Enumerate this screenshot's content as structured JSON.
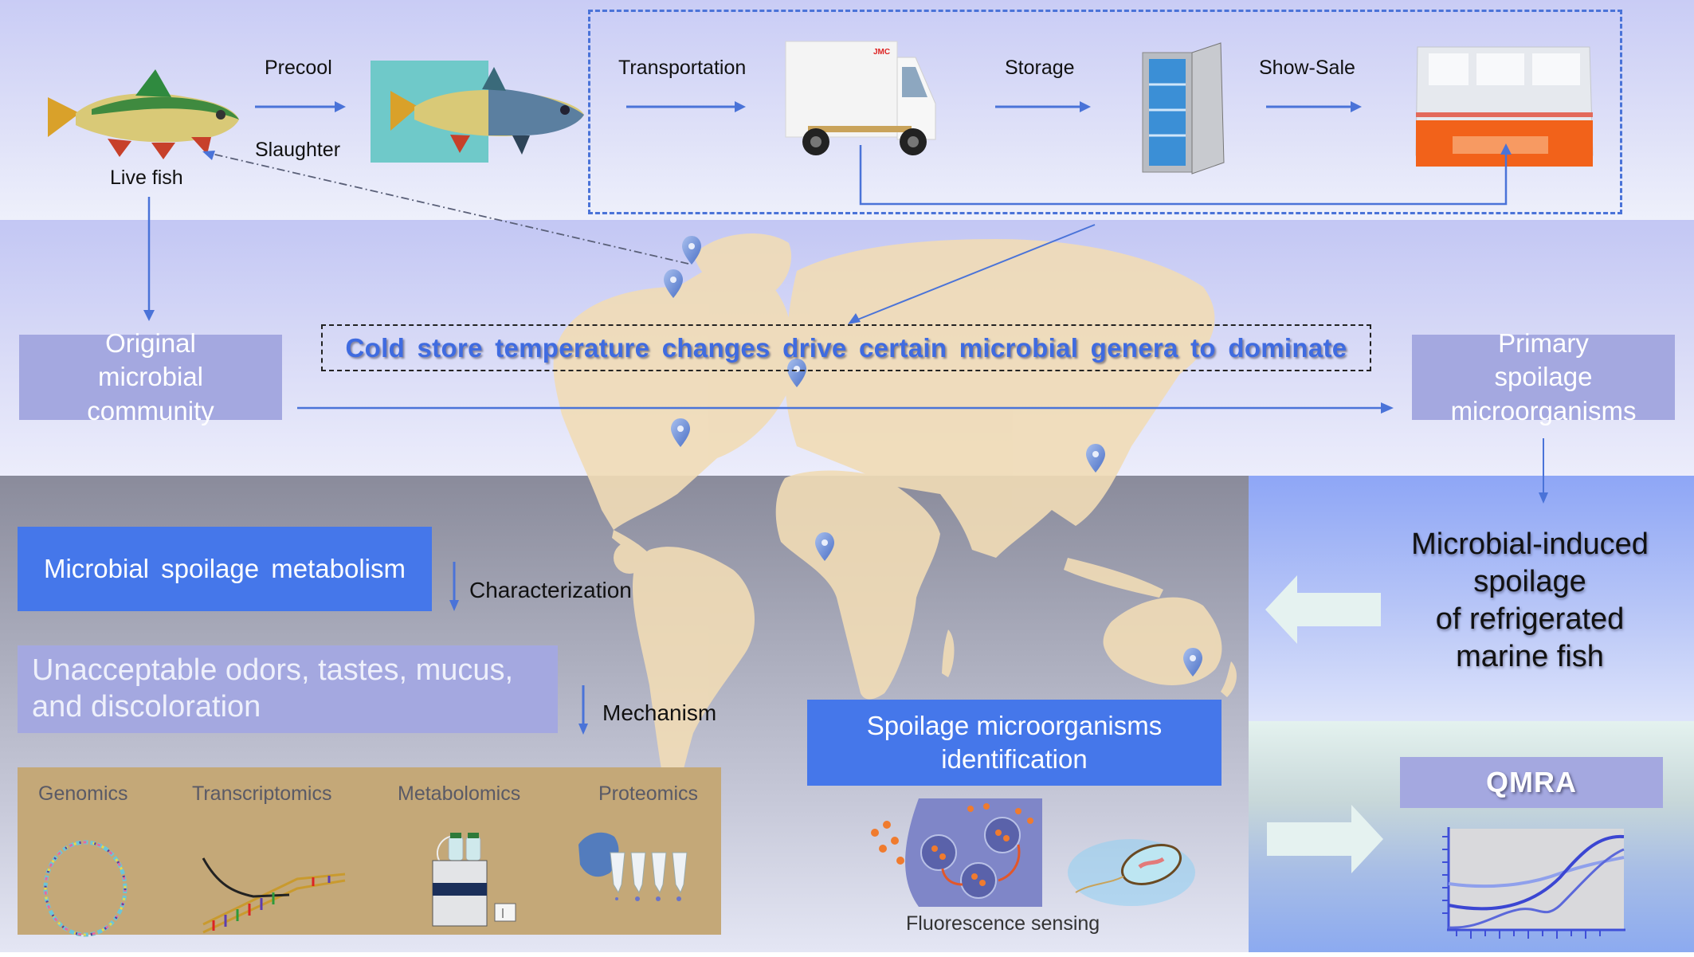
{
  "colors": {
    "accent_blue": "#4577ea",
    "lavender_box": "#a4a8e0",
    "arrow_blue": "#4a73d8",
    "map_land": "#f1dcb6",
    "pin": "#6f95dc",
    "omics_panel": "#c4a878"
  },
  "supply_chain": {
    "live_fish": {
      "label": "Live fish",
      "icon": "fish-icon"
    },
    "precool_label": "Precool",
    "slaughter_label": "Slaughter",
    "slaughtered_fish_icon": "chilled-fish-icon",
    "transportation": {
      "label": "Transportation",
      "icon": "truck-icon"
    },
    "storage": {
      "label": "Storage",
      "icon": "freezer-icon"
    },
    "show_sale": {
      "label": "Show-Sale",
      "icon": "display-cabinet-icon"
    }
  },
  "middle": {
    "original_community": "Original microbial community",
    "cold_store_statement": "Cold store temperature changes drive certain microbial genera to dominate",
    "primary_spoilage": "Primary spoilage microorganisms",
    "map_icon": "world-map",
    "pins": [
      {
        "name": "pin-arctic-1"
      },
      {
        "name": "pin-arctic-2"
      },
      {
        "name": "pin-north-atlantic"
      },
      {
        "name": "pin-north-america"
      },
      {
        "name": "pin-east-asia"
      },
      {
        "name": "pin-west-africa"
      },
      {
        "name": "pin-australia"
      }
    ]
  },
  "lower": {
    "metabolism_box": "Microbial spoilage metabolism",
    "characterization_label": "Characterization",
    "unacceptable_box": "Unacceptable odors, tastes, mucus, and discoloration",
    "mechanism_label": "Mechanism",
    "omics": [
      {
        "label": "Genomics",
        "icon": "circular-dna-icon"
      },
      {
        "label": "Transcriptomics",
        "icon": "transcription-icon"
      },
      {
        "label": "Metabolomics",
        "icon": "hplc-instrument-icon"
      },
      {
        "label": "Proteomics",
        "icon": "protein-tubes-icon"
      }
    ],
    "identification_box": "Spoilage microorganisms identification",
    "fluorescence_label": "Fluorescence sensing"
  },
  "right": {
    "outcome_text": [
      "Microbial-induced",
      "spoilage",
      "of refrigerated",
      "marine fish"
    ],
    "qmra_label": "QMRA",
    "qmra_chart_icon": "growth-curve-chart-icon"
  }
}
